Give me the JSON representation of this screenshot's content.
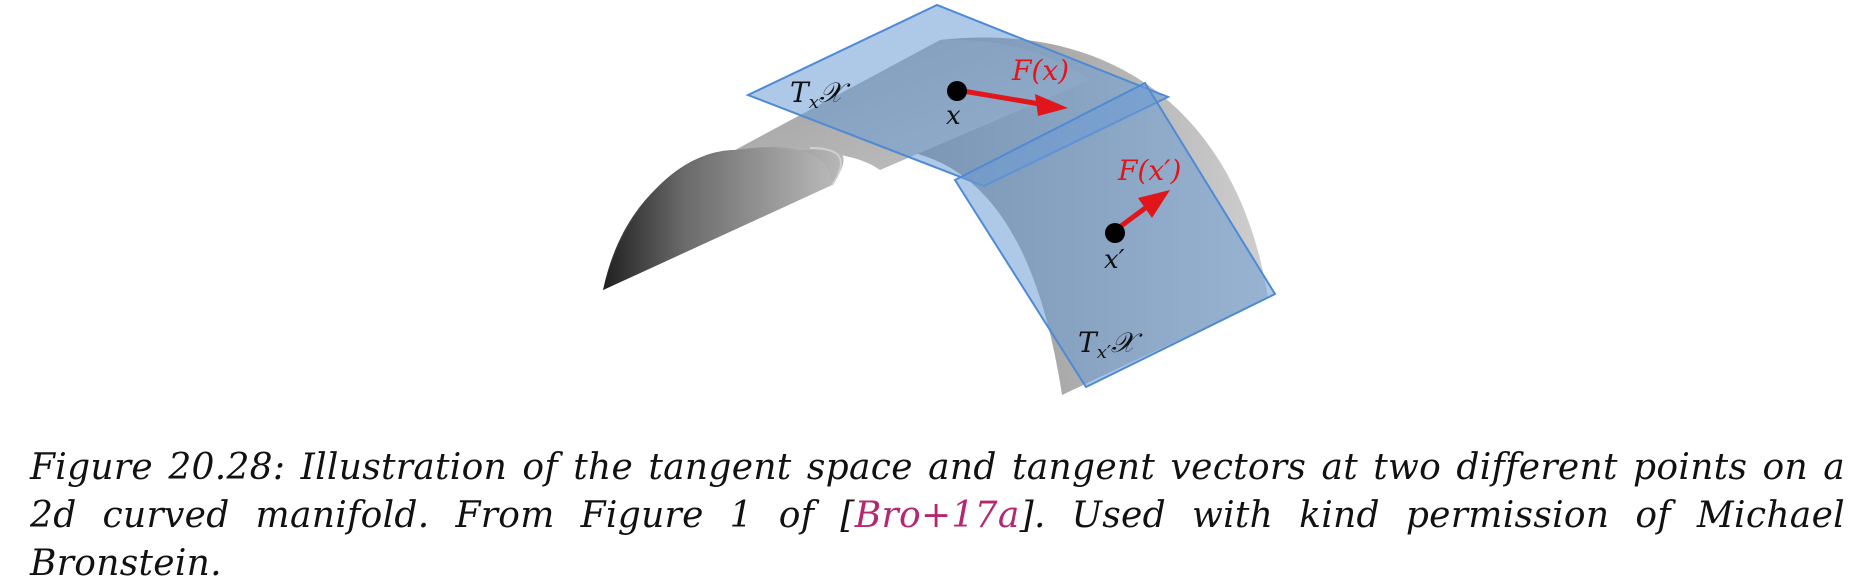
{
  "figure": {
    "labels": {
      "tangent_space_x": "T",
      "tangent_space_x_sub": "x",
      "tangent_space_x_manifold": "𝒳",
      "tangent_space_xp": "T",
      "tangent_space_xp_sub": "x′",
      "tangent_space_xp_manifold": "𝒳",
      "point_x": "x",
      "point_xp": "x′",
      "vector_x": "F(x)",
      "vector_xp": "F(x′)"
    },
    "colors": {
      "manifold_dark": "#3a3a3a",
      "manifold_light": "#bdbdbd",
      "plane_fill": "#6b9bd6",
      "plane_stroke": "#4f8ad4",
      "vector": "#e0161b",
      "caption_link": "#b5286f"
    }
  },
  "caption": {
    "prefix": "Figure 20.28: Illustration of the tangent space and tangent vectors at two different points on a 2d curved manifold. From Figure 1 of [",
    "citation": "Bro+17a",
    "suffix": "]. Used with kind permission of Michael Bronstein."
  }
}
